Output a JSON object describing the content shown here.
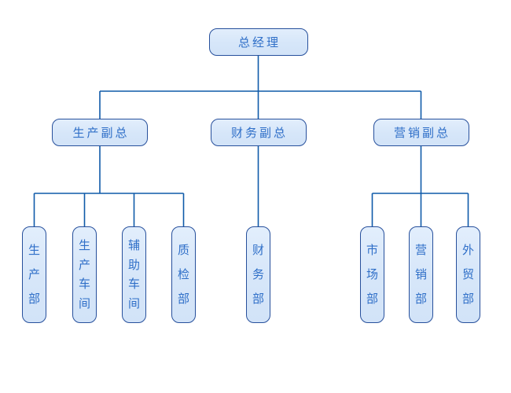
{
  "org_chart": {
    "type": "organization-chart",
    "colors": {
      "node_fill": "#d8e7f9",
      "node_border": "#27509c",
      "node_text": "#2f6fc8",
      "connector_line": "#0f5aa9",
      "background": "#ffffff"
    },
    "root": {
      "id": "general-manager",
      "label": "总经理"
    },
    "level2": [
      {
        "id": "production-vp",
        "label": "生产副总",
        "parent": "总经理"
      },
      {
        "id": "finance-vp",
        "label": "财务副总",
        "parent": "总经理"
      },
      {
        "id": "marketing-vp",
        "label": "营销副总",
        "parent": "总经理"
      }
    ],
    "level3": [
      {
        "id": "production-dept",
        "label": "生产部",
        "parent": "生产副总",
        "orientation": "vertical"
      },
      {
        "id": "production-workshop",
        "label": "生产车间",
        "parent": "生产副总",
        "orientation": "vertical"
      },
      {
        "id": "auxiliary-workshop",
        "label": "辅助车间",
        "parent": "生产副总",
        "orientation": "vertical"
      },
      {
        "id": "quality-inspection-dept",
        "label": "质检部",
        "parent": "生产副总",
        "orientation": "vertical"
      },
      {
        "id": "finance-dept",
        "label": "财务部",
        "parent": "财务副总",
        "orientation": "vertical"
      },
      {
        "id": "market-dept",
        "label": "市场部",
        "parent": "营销副总",
        "orientation": "vertical"
      },
      {
        "id": "sales-dept",
        "label": "营销部",
        "parent": "营销副总",
        "orientation": "vertical"
      },
      {
        "id": "foreign-trade-dept",
        "label": "外贸部",
        "parent": "营销副总",
        "orientation": "vertical"
      }
    ]
  }
}
